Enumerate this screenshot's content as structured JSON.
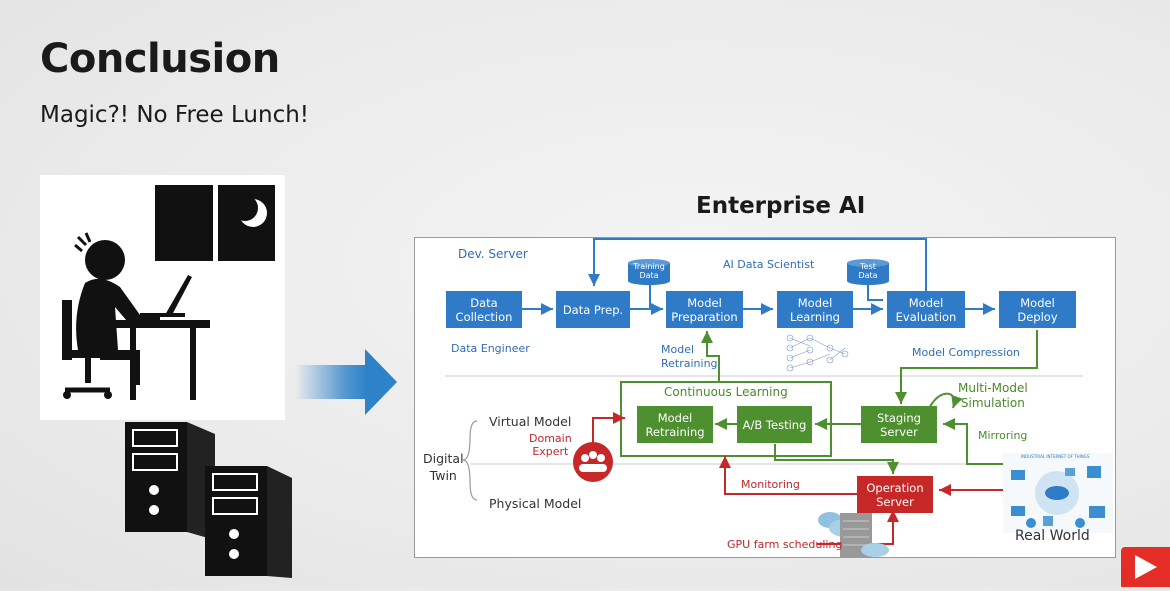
{
  "slide": {
    "title": "Conclusion",
    "subtitle": "Magic?! No Free Lunch!"
  },
  "diagram": {
    "title": "Enterprise AI",
    "dev_server": "Dev. Server",
    "ai_data_scientist": "AI Data Scientist",
    "data_engineer": "Data Engineer",
    "model_compression": "Model Compression",
    "model_retraining_label": "Model\nRetraining",
    "continuous_learning": "Continuous Learning",
    "multi_model_simulation": "Multi-Model\nSimulation",
    "mirroring": "Mirroring",
    "monitoring": "Monitoring",
    "gpu_farm": "GPU farm scheduling",
    "domain_expert": "Domain\nExpert",
    "virtual_model": "Virtual Model",
    "physical_model": "Physical Model",
    "digital_twin": "Digital\nTwin",
    "real_world": "Real World",
    "training_data": "Training\nData",
    "test_data": "Test\nData",
    "iiot_caption": "INDUSTRIAL INTERNET OF THINGS",
    "boxes": {
      "data_collection": "Data\nCollection",
      "data_prep": "Data Prep.",
      "model_preparation": "Model\nPreparation",
      "model_learning": "Model\nLearning",
      "model_evaluation": "Model\nEvaluation",
      "model_deploy": "Model\nDeploy",
      "model_retraining": "Model\nRetraining",
      "ab_testing": "A/B Testing",
      "staging_server": "Staging\nServer",
      "operation_server": "Operation\nServer"
    }
  },
  "colors": {
    "blue": "#2f7bc8",
    "green": "#4e8f2f",
    "red": "#c62828"
  }
}
